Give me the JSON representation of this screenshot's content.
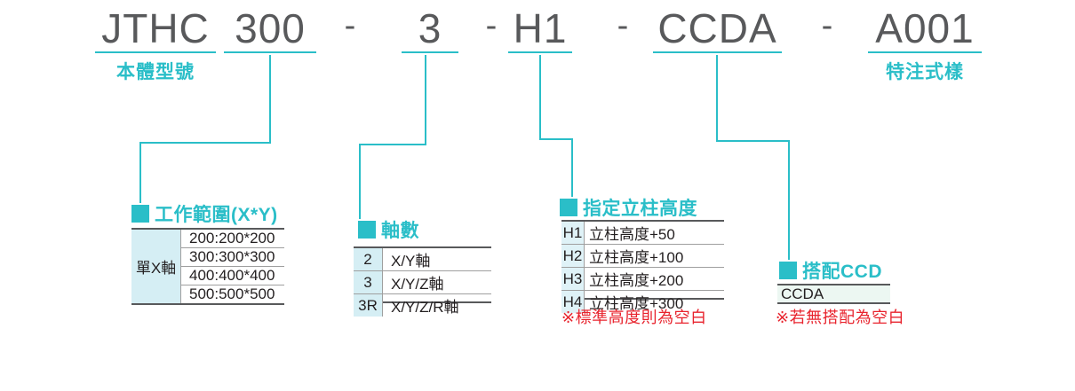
{
  "title": {
    "segments": [
      "JTHC",
      "300",
      "3",
      "H1",
      "CCDA",
      "A001"
    ],
    "dash": "-",
    "label_left": "本體型號",
    "label_right": "特注式樣"
  },
  "colors": {
    "accent_teal": "#2abec8",
    "note_red": "#e8232d",
    "title_gray": "#58595b",
    "cell_cyan": "#d5eef4"
  },
  "work_range": {
    "heading": "工作範圍(X*Y)",
    "row_header": "單X軸",
    "values": [
      "200:200*200",
      "300:300*300",
      "400:400*400",
      "500:500*500"
    ]
  },
  "axis_count": {
    "heading": "軸數",
    "rows": [
      {
        "code": "2",
        "desc": "X/Y軸"
      },
      {
        "code": "3",
        "desc": "X/Y/Z軸"
      },
      {
        "code": "3R",
        "desc": "X/Y/Z/R軸"
      }
    ]
  },
  "column_height": {
    "heading": "指定立柱高度",
    "rows": [
      {
        "code": "H1",
        "desc": "立柱高度+50"
      },
      {
        "code": "H2",
        "desc": "立柱高度+100"
      },
      {
        "code": "H3",
        "desc": "立柱高度+200"
      },
      {
        "code": "H4",
        "desc": "立柱高度+300"
      }
    ],
    "note": "※標準高度則為空白"
  },
  "ccd": {
    "heading": "搭配CCD",
    "value": "CCDA",
    "note": "※若無搭配為空白"
  }
}
